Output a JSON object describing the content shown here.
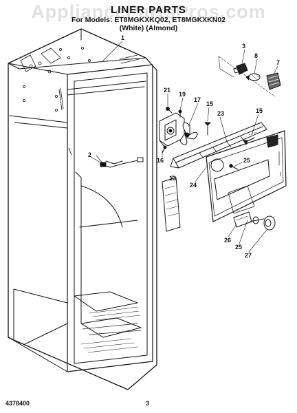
{
  "watermark": "AppliancePartsPros.com",
  "header": {
    "title": "LINER PARTS",
    "models": "For Models: ET8MGKXKQ02, ET8MGKXKN02",
    "colors": "(White)      (Almond)"
  },
  "callouts": [
    "1",
    "2",
    "3",
    "8",
    "7",
    "21",
    "19",
    "17",
    "15",
    "23",
    "15",
    "16",
    "25",
    "13",
    "24",
    "26",
    "25",
    "27"
  ],
  "footer": {
    "part_number": "4378400",
    "page": "3"
  }
}
